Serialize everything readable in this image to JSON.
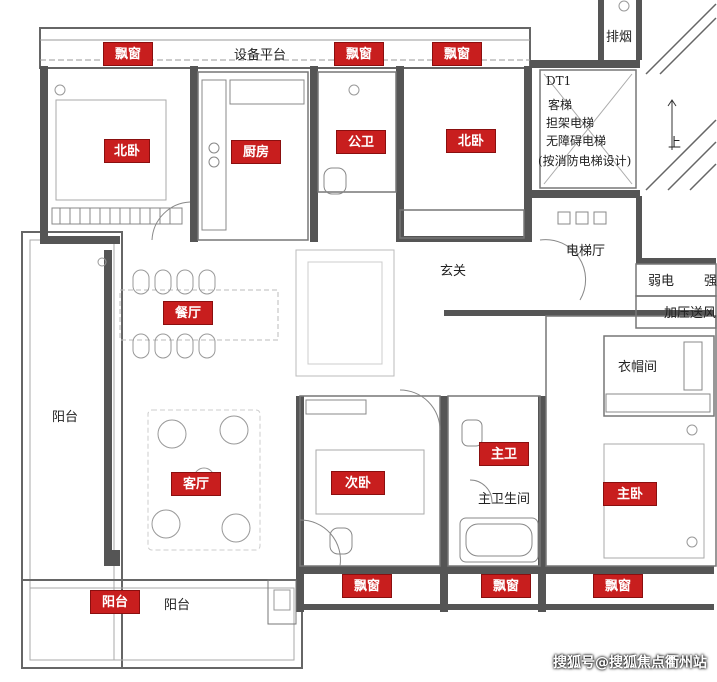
{
  "colors": {
    "label_bg": "#c81e1e",
    "wall": "#555555",
    "line": "#888888"
  },
  "labels": {
    "bay_window_1": "飘窗",
    "bay_window_2": "飘窗",
    "bay_window_3": "飘窗",
    "north_bedroom_1": "北卧",
    "kitchen": "厨房",
    "public_bath": "公卫",
    "north_bedroom_2": "北卧",
    "dining": "餐厅",
    "master_bath": "主卫",
    "second_bedroom": "次卧",
    "living_room": "客厅",
    "master_bedroom": "主卧",
    "balcony": "阳台",
    "bay_window_4": "飘窗",
    "bay_window_5": "飘窗",
    "bay_window_6": "飘窗"
  },
  "plan_text": {
    "utility_platform": "设备平台",
    "elevator_hall": "电梯厅",
    "foyer": "玄关",
    "cloakroom": "衣帽间",
    "master_bath_note": "主卫生间",
    "balcony_left": "阳台",
    "balcony_bottom": "阳台",
    "weak_current": "弱电",
    "strong_current_partial": "强",
    "pressure_fan_partial": "加压送风",
    "stair_up": "上",
    "elevator_code": "DT1",
    "elevator_note_1": "客梯",
    "elevator_note_2": "担架电梯",
    "elevator_note_3": "无障碍电梯",
    "elevator_note_4": "(按消防电梯设计)",
    "smoke_exhaust_partial": "排烟"
  },
  "watermark": "搜狐号@搜狐焦点衢州站"
}
